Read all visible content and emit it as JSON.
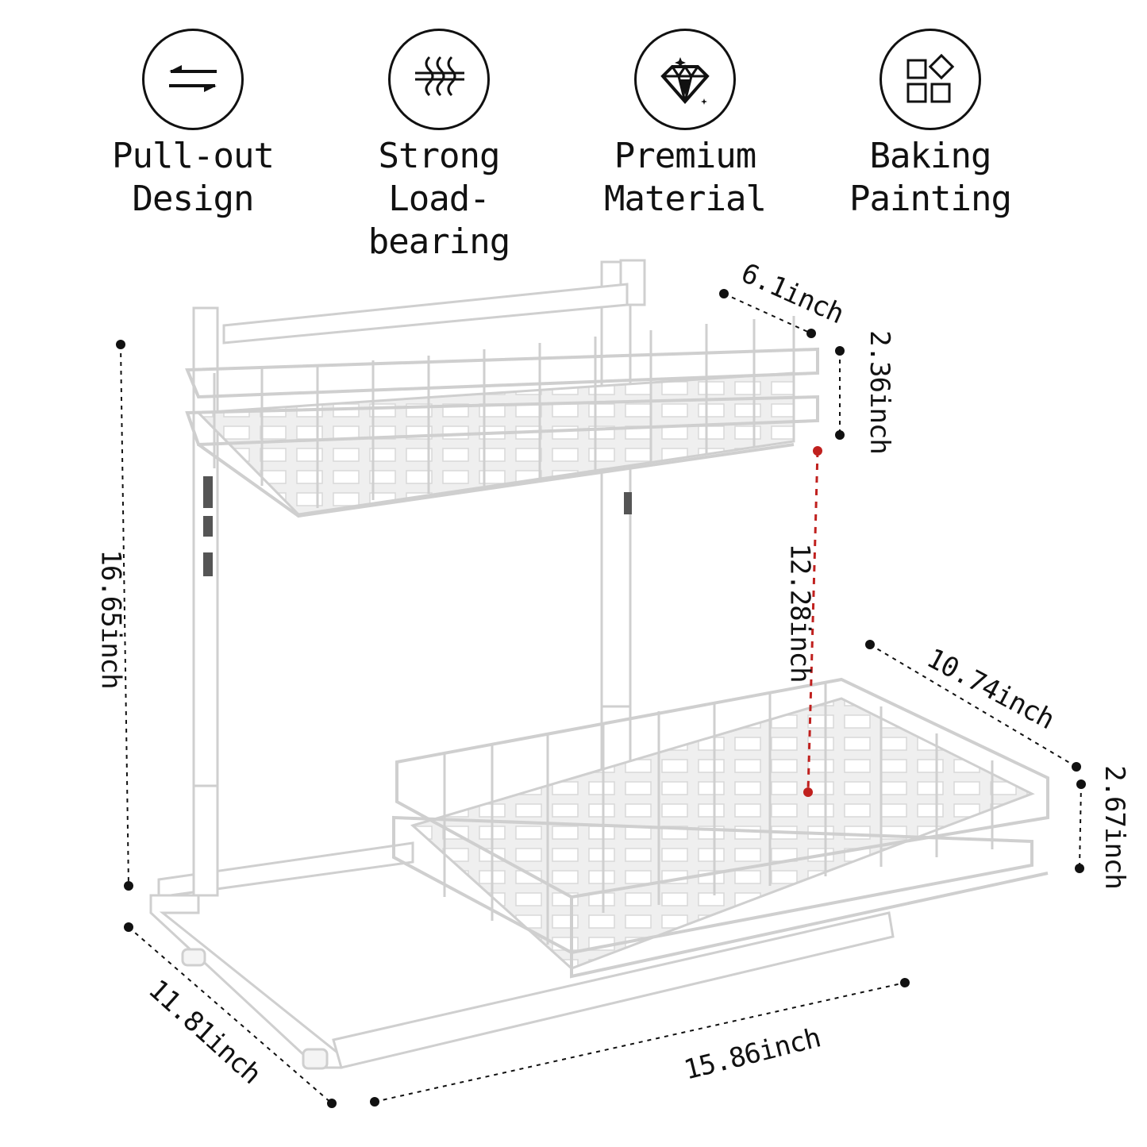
{
  "features": [
    {
      "icon": "pull-out-arrows-icon",
      "line1": "Pull-out",
      "line2": "Design"
    },
    {
      "icon": "load-waves-icon",
      "line1": "Strong",
      "line2": "Load-bearing"
    },
    {
      "icon": "diamond-icon",
      "line1": "Premium",
      "line2": "Material"
    },
    {
      "icon": "squares-diamond-icon",
      "line1": "Baking",
      "line2": "Painting"
    }
  ],
  "dimensions": {
    "top_depth": "6.1inch",
    "top_basket_height": "2.36inch",
    "total_height": "16.65inch",
    "shelf_gap": "12.28inch",
    "bottom_depth": "10.74inch",
    "bottom_basket_height": "2.67inch",
    "base_depth": "11.81inch",
    "base_width": "15.86inch"
  },
  "colors": {
    "ink": "#111111",
    "accent": "#c0201e",
    "product": "#ffffff",
    "shade": "#d9d9d9"
  }
}
